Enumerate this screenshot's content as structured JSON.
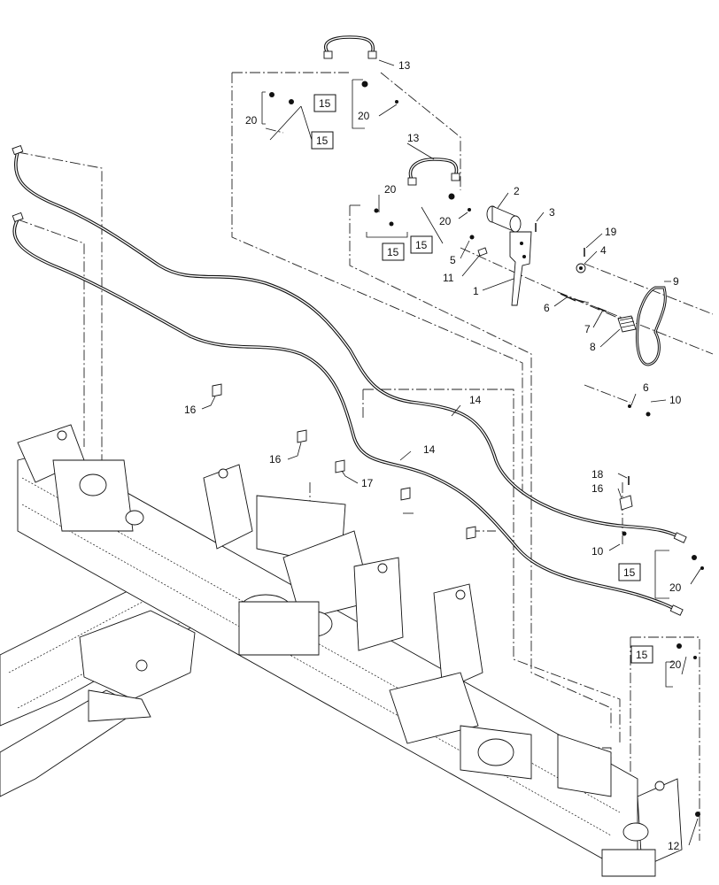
{
  "diagram": {
    "callouts": {
      "c1": "1",
      "c2": "2",
      "c3": "3",
      "c4": "4",
      "c5": "5",
      "c6a": "6",
      "c6b": "6",
      "c7": "7",
      "c8": "8",
      "c9": "9",
      "c10a": "10",
      "c10b": "10",
      "c11": "11",
      "c12": "12",
      "c13a": "13",
      "c13b": "13",
      "c14a": "14",
      "c14b": "14",
      "c16a": "16",
      "c16b": "16",
      "c16c": "16",
      "c17": "17",
      "c18": "18",
      "c19": "19",
      "c20a": "20",
      "c20b": "20",
      "c20c": "20",
      "c20d": "20",
      "c20e": "20",
      "c20f": "20"
    },
    "boxed_callouts": {
      "b15a": "15",
      "b15b": "15",
      "b15c": "15",
      "b15d": "15",
      "b15e": "15",
      "b15f": "15"
    }
  }
}
